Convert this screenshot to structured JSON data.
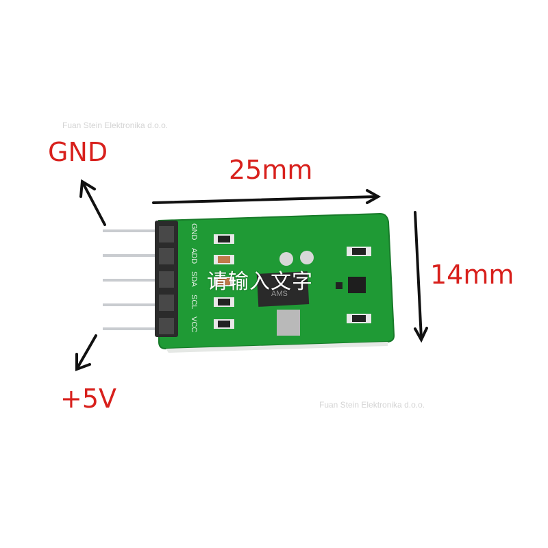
{
  "labels": {
    "gnd": "GND",
    "plus5v": "+5V",
    "width": "25mm",
    "height": "14mm"
  },
  "watermark": "Fuan Stein Elektronika d.o.o.",
  "overlay_text": "请输入文字",
  "board": {
    "pin_labels": [
      "GND",
      "ADD",
      "SDA",
      "SCL",
      "VCC"
    ],
    "chip_text": "AMS"
  },
  "colors": {
    "label": "#d8201c",
    "pcb": "#1f9a35",
    "arrow": "#111111"
  }
}
